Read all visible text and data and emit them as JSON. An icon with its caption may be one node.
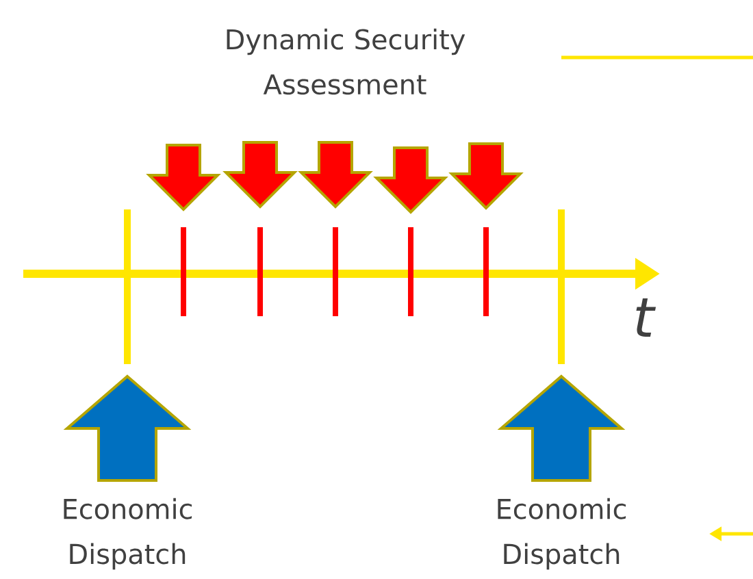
{
  "diagram": {
    "labels": [
      "Dynamic Security Assessment",
      "t",
      "Economic Dispatch",
      "Economic Dispatch"
    ]
  }
}
